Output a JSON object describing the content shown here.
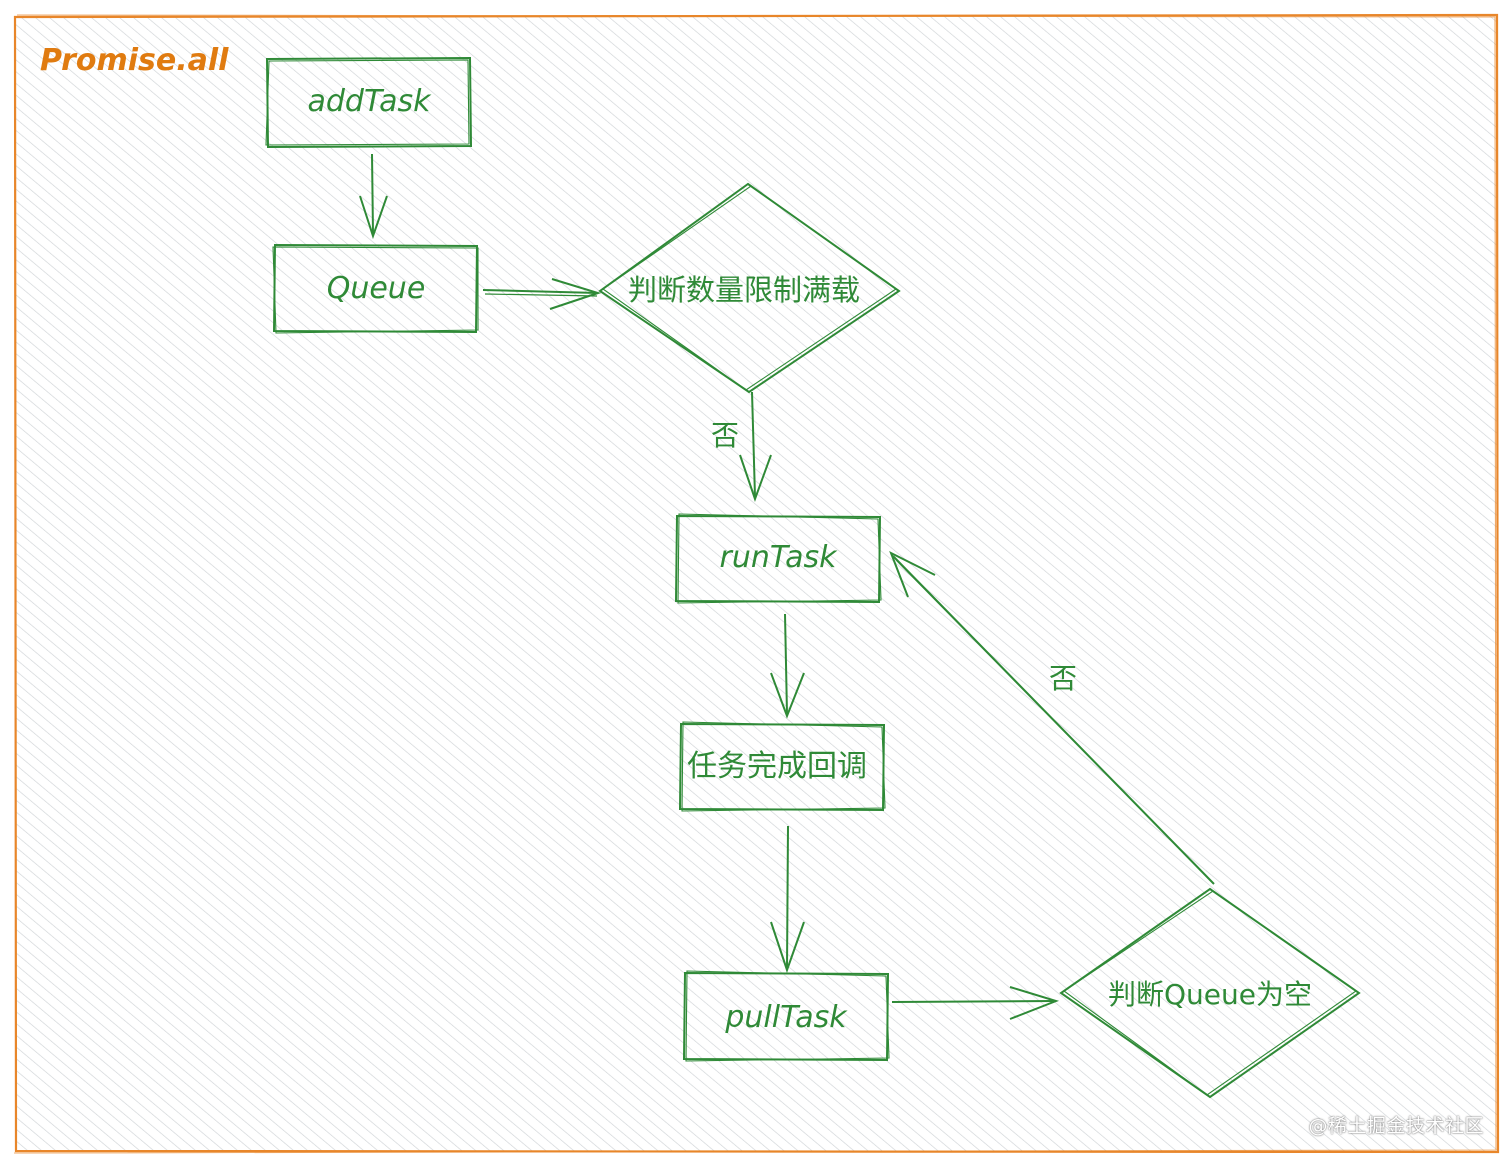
{
  "frame": {
    "title": "Promise.all"
  },
  "nodes": {
    "add_task": "addTask",
    "queue": "Queue",
    "check_limit": "判断数量限制满载",
    "run_task": "runTask",
    "task_done_callback": "任务完成回调",
    "pull_task": "pullTask",
    "check_queue_empty": "判断Queue为空"
  },
  "edge_labels": {
    "limit_no": "否",
    "queue_no": "否"
  },
  "watermark": "@稀土掘金技术社区",
  "colors": {
    "stroke": "#2f8a37",
    "frame": "#e8862a",
    "title": "#e07b10",
    "hatch": "#c9cdd1",
    "background": "#ffffff"
  }
}
